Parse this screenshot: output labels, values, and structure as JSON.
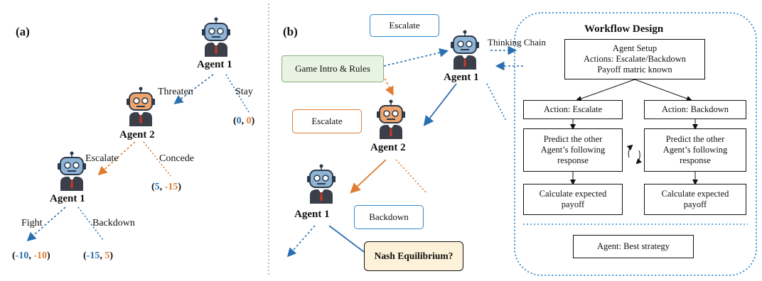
{
  "panel_a": {
    "label": "(a)",
    "agent1_top": "Agent 1",
    "agent2": "Agent 2",
    "agent1_bottom": "Agent 1",
    "edges": {
      "threaten": "Threaten",
      "stay": "Stay",
      "escalate": "Escalate",
      "concede": "Concede",
      "fight": "Fight",
      "backdown": "Backdown"
    },
    "payoffs": {
      "stay": [
        "0",
        "0"
      ],
      "concede": [
        "5",
        "-15"
      ],
      "fight": [
        "-10",
        "-10"
      ],
      "backdown": [
        "-15",
        "5"
      ]
    }
  },
  "panel_b": {
    "label": "(b)",
    "game_intro": "Game Intro & Rules",
    "agent1_top": "Agent 1",
    "agent2": "Agent 2",
    "agent1_bottom": "Agent 1",
    "bubble_escalate_1": "Escalate",
    "bubble_escalate_2": "Escalate",
    "bubble_backdown": "Backdown",
    "thinking_chain": "Thinking Chain",
    "nash": "Nash Equilibrium?"
  },
  "workflow": {
    "title": "Workflow Design",
    "setup": [
      "Agent Setup",
      "Actions: Escalate/Backdown",
      "Payoff matric known"
    ],
    "action_escalate": "Action: Escalate",
    "action_backdown": "Action: Backdown",
    "predict_left": [
      "Predict the other",
      "Agent’s following",
      "response"
    ],
    "predict_right": [
      "Predict the other",
      "Agent’s following",
      "response"
    ],
    "calc_left": [
      "Calculate expected",
      "payoff"
    ],
    "calc_right": [
      "Calculate expected",
      "payoff"
    ],
    "best": "Agent: Best strategy"
  },
  "colors": {
    "blue": "#2a6fb0",
    "orange": "#e07b2f",
    "robot_blue": "#8fb4d6",
    "robot_orange": "#f0a36a",
    "green_box": "#e8f3e3",
    "nash_box": "#fdf2d9"
  }
}
